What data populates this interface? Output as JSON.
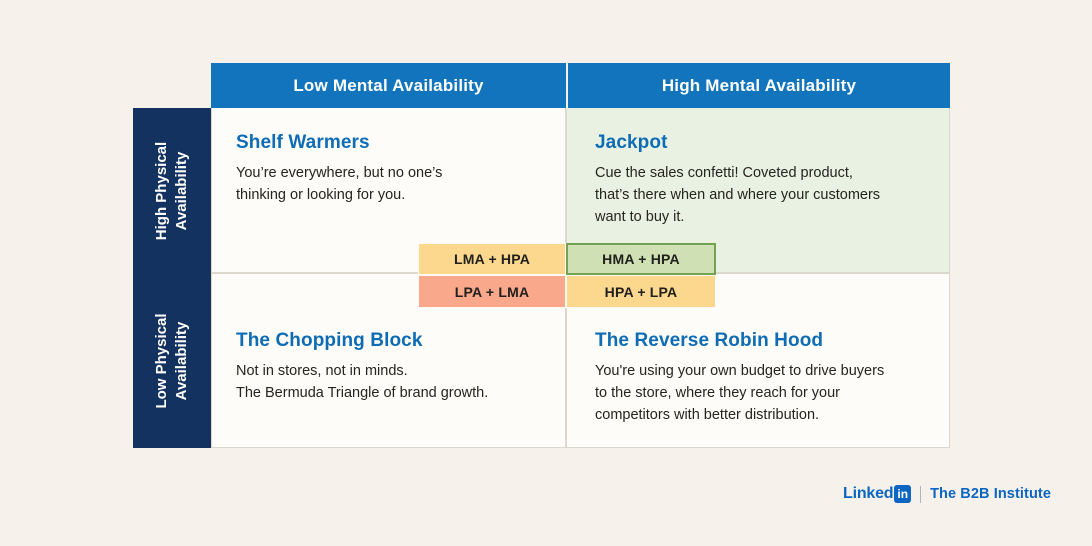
{
  "colors": {
    "background": "#f6f1ea",
    "header_blue": "#1274bc",
    "navy": "#14325f",
    "title_blue": "#0d6cb5",
    "body_text": "#26241f",
    "quadrant_bg": "#fdfcf8",
    "jackpot_bg": "#e9f1e2",
    "cell_yellow": "#fcd88e",
    "cell_green": "#cfe1b4",
    "cell_green_border": "#74a153",
    "cell_salmon": "#f9a88c",
    "linkedin_blue": "#0a66c2"
  },
  "matrix": {
    "col_headers": [
      {
        "id": "low-mental",
        "label": "Low Mental Availability"
      },
      {
        "id": "high-mental",
        "label": "High Mental Availability"
      }
    ],
    "row_headers": [
      {
        "id": "high-physical",
        "label": "High Physical\nAvailability"
      },
      {
        "id": "low-physical",
        "label": "Low Physical\nAvailability"
      }
    ],
    "quadrants": {
      "shelf_warmers": {
        "title": "Shelf Warmers",
        "description": "You’re everywhere, but no one’s\nthinking or looking for you."
      },
      "jackpot": {
        "title": "Jackpot",
        "description": "Cue the sales confetti! Coveted product,\nthat’s there when and where your customers\nwant to buy it."
      },
      "chopping_block": {
        "title": "The Chopping Block",
        "description": "Not in stores, not in minds.\nThe Bermuda Triangle of brand growth."
      },
      "reverse_robin_hood": {
        "title": "The Reverse Robin Hood",
        "description": "You're using your own budget to drive buyers\nto the store, where they reach for your\ncompetitors with better distribution."
      }
    },
    "center_cells": [
      {
        "id": "lma-hpa",
        "label": "LMA + HPA"
      },
      {
        "id": "hma-hpa",
        "label": "HMA + HPA"
      },
      {
        "id": "lpa-lma",
        "label": "LPA + LMA"
      },
      {
        "id": "hpa-lpa",
        "label": "HPA + LPA"
      }
    ]
  },
  "footer": {
    "brand_text": "Linked",
    "brand_badge": "in",
    "institute": "The B2B Institute"
  }
}
